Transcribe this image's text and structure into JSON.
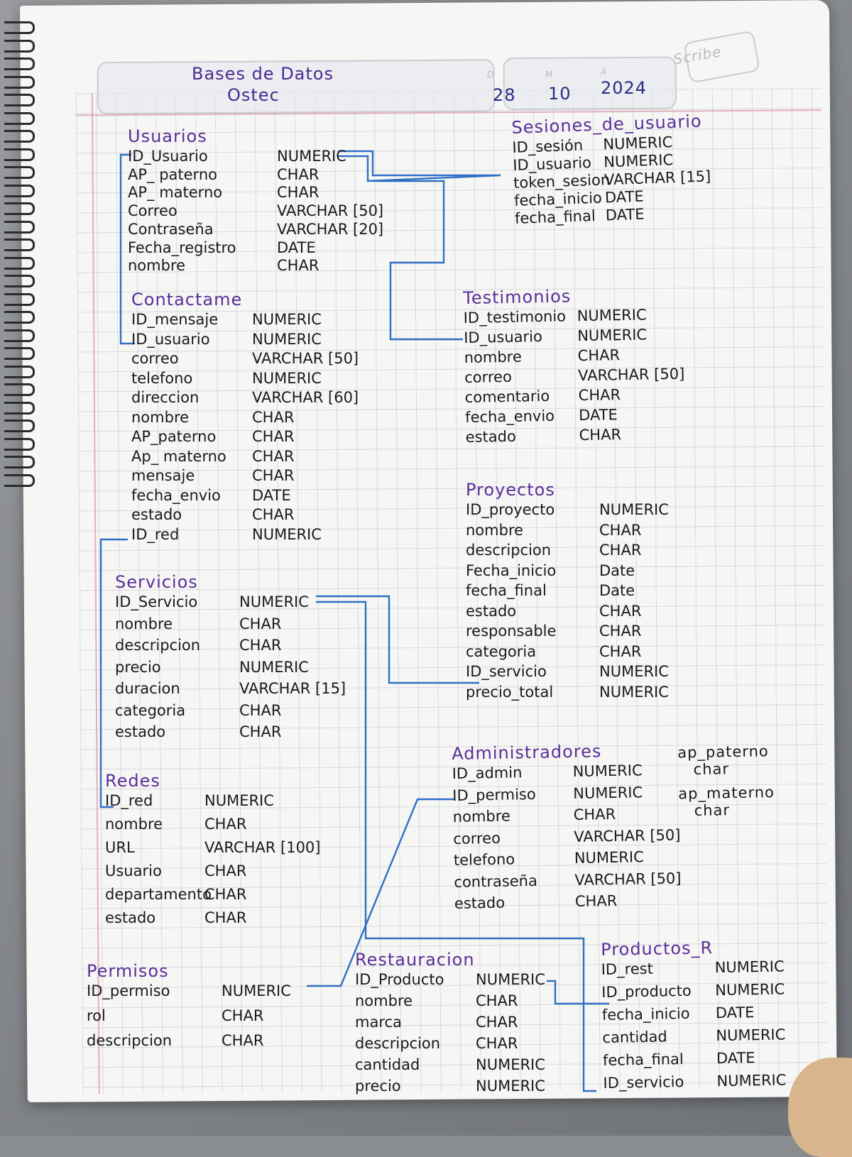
{
  "header": {
    "title": "Bases de Datos",
    "subtitle": "Ostec",
    "date": {
      "day": "28",
      "month": "10",
      "year": "2024"
    },
    "date_labels": {
      "day": "D",
      "month": "M",
      "year": "A"
    },
    "brand": "Scribe"
  },
  "colors": {
    "ink": "#1a1a1f",
    "title_ink": "#5a2f9a",
    "link_ink": "#2f6fc4",
    "grid": "#b8c0d6",
    "margin": "#d27888"
  },
  "tables": [
    {
      "name": "Usuarios",
      "fields": [
        [
          "ID_Usuario",
          "NUMERIC"
        ],
        [
          "AP_ paterno",
          "CHAR"
        ],
        [
          "AP_ materno",
          "CHAR"
        ],
        [
          "Correo",
          "VARCHAR [50]"
        ],
        [
          "Contraseña",
          "VARCHAR [20]"
        ],
        [
          "Fecha_registro",
          "DATE"
        ],
        [
          "nombre",
          "CHAR"
        ]
      ]
    },
    {
      "name": "Sesiones_de_usuario",
      "fields": [
        [
          "ID_sesión",
          "NUMERIC"
        ],
        [
          "ID_usuario",
          "NUMERIC"
        ],
        [
          "token_sesion",
          "VARCHAR [15]"
        ],
        [
          "fecha_inicio",
          "DATE"
        ],
        [
          "fecha_final",
          "DATE"
        ]
      ]
    },
    {
      "name": "Contactame",
      "fields": [
        [
          "ID_mensaje",
          "NUMERIC"
        ],
        [
          "ID_usuario",
          "NUMERIC"
        ],
        [
          "correo",
          "VARCHAR [50]"
        ],
        [
          "telefono",
          "NUMERIC"
        ],
        [
          "direccion",
          "VARCHAR [60]"
        ],
        [
          "nombre",
          "CHAR"
        ],
        [
          "AP_paterno",
          "CHAR"
        ],
        [
          "Ap_ materno",
          "CHAR"
        ],
        [
          "mensaje",
          "CHAR"
        ],
        [
          "fecha_envio",
          "DATE"
        ],
        [
          "estado",
          "CHAR"
        ],
        [
          "ID_red",
          "NUMERIC"
        ]
      ]
    },
    {
      "name": "Testimonios",
      "fields": [
        [
          "ID_testimonio",
          "NUMERIC"
        ],
        [
          "ID_usuario",
          "NUMERIC"
        ],
        [
          "nombre",
          "CHAR"
        ],
        [
          "correo",
          "VARCHAR [50]"
        ],
        [
          "comentario",
          "CHAR"
        ],
        [
          "fecha_envio",
          "DATE"
        ],
        [
          "estado",
          "CHAR"
        ]
      ]
    },
    {
      "name": "Proyectos",
      "fields": [
        [
          "ID_proyecto",
          "NUMERIC"
        ],
        [
          "nombre",
          "CHAR"
        ],
        [
          "descripcion",
          "CHAR"
        ],
        [
          "Fecha_inicio",
          "Date"
        ],
        [
          "fecha_final",
          "Date"
        ],
        [
          "estado",
          "CHAR"
        ],
        [
          "responsable",
          "CHAR"
        ],
        [
          "categoria",
          "CHAR"
        ],
        [
          "ID_servicio",
          "NUMERIC"
        ],
        [
          "precio_total",
          "NUMERIC"
        ]
      ]
    },
    {
      "name": "Servicios",
      "fields": [
        [
          "ID_Servicio",
          "NUMERIC"
        ],
        [
          "nombre",
          "CHAR"
        ],
        [
          "descripcion",
          "CHAR"
        ],
        [
          "precio",
          "NUMERIC"
        ],
        [
          "duracion",
          "VARCHAR [15]"
        ],
        [
          "categoria",
          "CHAR"
        ],
        [
          "estado",
          "CHAR"
        ]
      ]
    },
    {
      "name": "Administradores",
      "fields": [
        [
          "ID_admin",
          "NUMERIC"
        ],
        [
          "ID_permiso",
          "NUMERIC"
        ],
        [
          "nombre",
          "CHAR"
        ],
        [
          "correo",
          "VARCHAR [50]"
        ],
        [
          "telefono",
          "NUMERIC"
        ],
        [
          "contraseña",
          "VARCHAR [50]"
        ],
        [
          "estado",
          "CHAR"
        ]
      ],
      "extra_fields": [
        [
          "ap_paterno",
          "char"
        ],
        [
          "ap_materno",
          "char"
        ]
      ]
    },
    {
      "name": "Redes",
      "fields": [
        [
          "ID_red",
          "NUMERIC"
        ],
        [
          "nombre",
          "CHAR"
        ],
        [
          "URL",
          "VARCHAR [100]"
        ],
        [
          "Usuario",
          "CHAR"
        ],
        [
          "departamento",
          "CHAR"
        ],
        [
          "estado",
          "CHAR"
        ]
      ]
    },
    {
      "name": "Permisos",
      "fields": [
        [
          "ID_permiso",
          "NUMERIC"
        ],
        [
          "rol",
          "CHAR"
        ],
        [
          "descripcion",
          "CHAR"
        ]
      ]
    },
    {
      "name": "Restauracion",
      "fields": [
        [
          "ID_Producto",
          "NUMERIC"
        ],
        [
          "nombre",
          "CHAR"
        ],
        [
          "marca",
          "CHAR"
        ],
        [
          "descripcion",
          "CHAR"
        ],
        [
          "cantidad",
          "NUMERIC"
        ],
        [
          "precio",
          "NUMERIC"
        ]
      ]
    },
    {
      "name": "Productos_R",
      "fields": [
        [
          "ID_rest",
          "NUMERIC"
        ],
        [
          "ID_producto",
          "NUMERIC"
        ],
        [
          "fecha_inicio",
          "DATE"
        ],
        [
          "cantidad",
          "NUMERIC"
        ],
        [
          "fecha_final",
          "DATE"
        ],
        [
          "ID_servicio",
          "NUMERIC"
        ]
      ]
    }
  ]
}
